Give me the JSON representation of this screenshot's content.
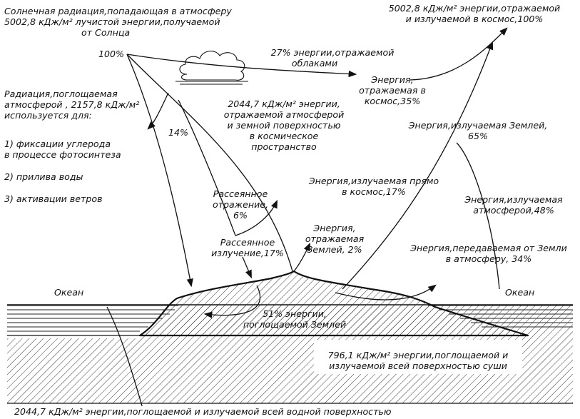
{
  "labels": {
    "solar_in": [
      "Солнечная радиация,попадающая в атмосферу",
      "5002,8 кДж/м² лучистой энергии,получаемой",
      "от Солнца"
    ],
    "space_out": [
      "5002,8 кДж/м² энергии,отражаемой",
      "и излучаемой в космос,100%"
    ],
    "hundred": "100%",
    "clouds": [
      "27% энергии,отражаемой",
      "облаками"
    ],
    "reflected_space": [
      "Энергия,",
      "отражаемая в",
      "космос,35%"
    ],
    "absorbed_atm": [
      "Радиация,поглощаемая",
      "атмосферой , 2157,8 кДж/м²",
      "используется для:"
    ],
    "fourteen": "14%",
    "reflected_atm_surface": [
      "2044,7 кДж/м² энергии,",
      "отражаемой атмосферой",
      "и земной поверхностью",
      "в космическое",
      "пространство"
    ],
    "earth_emitted": [
      "Энергия,излучаемая Землей,",
      "65%"
    ],
    "uses": [
      "1) фиксации углерода",
      "в процессе фотосинтеза",
      "2) прилива воды",
      "3) активации ветров"
    ],
    "direct_space": [
      "Энергия,излучаемая прямо",
      "в космос,17%"
    ],
    "atm_emitted": [
      "Энергия,излучаемая",
      "атмосферой,48%"
    ],
    "scattered_reflection": [
      "Рассеянное",
      "отражение,",
      "6%"
    ],
    "earth_reflected": [
      "Энергия,",
      "отражаемая",
      "Землей, 2%"
    ],
    "scattered_radiation": [
      "Рассеянное",
      "излучение,17%"
    ],
    "transferred_atm": [
      "Энергия,передаваемая от Земли",
      "в атмосферу, 34%"
    ],
    "ocean_left": "Океан",
    "ocean_right": "Океан",
    "absorbed_earth": [
      "51% энергии,",
      "поглощаемой Землей"
    ],
    "land_surface": [
      "796,1 кДж/м² энергии,поглощаемой и",
      "излучаемой всей поверхностью суши"
    ],
    "water_surface": "2044,7 кДж/м² энергии,поглощаемой и излучаемой всей водной поверхностью"
  },
  "colors": {
    "ink": "#111111",
    "paper": "#ffffff",
    "hatch": "#222222"
  }
}
